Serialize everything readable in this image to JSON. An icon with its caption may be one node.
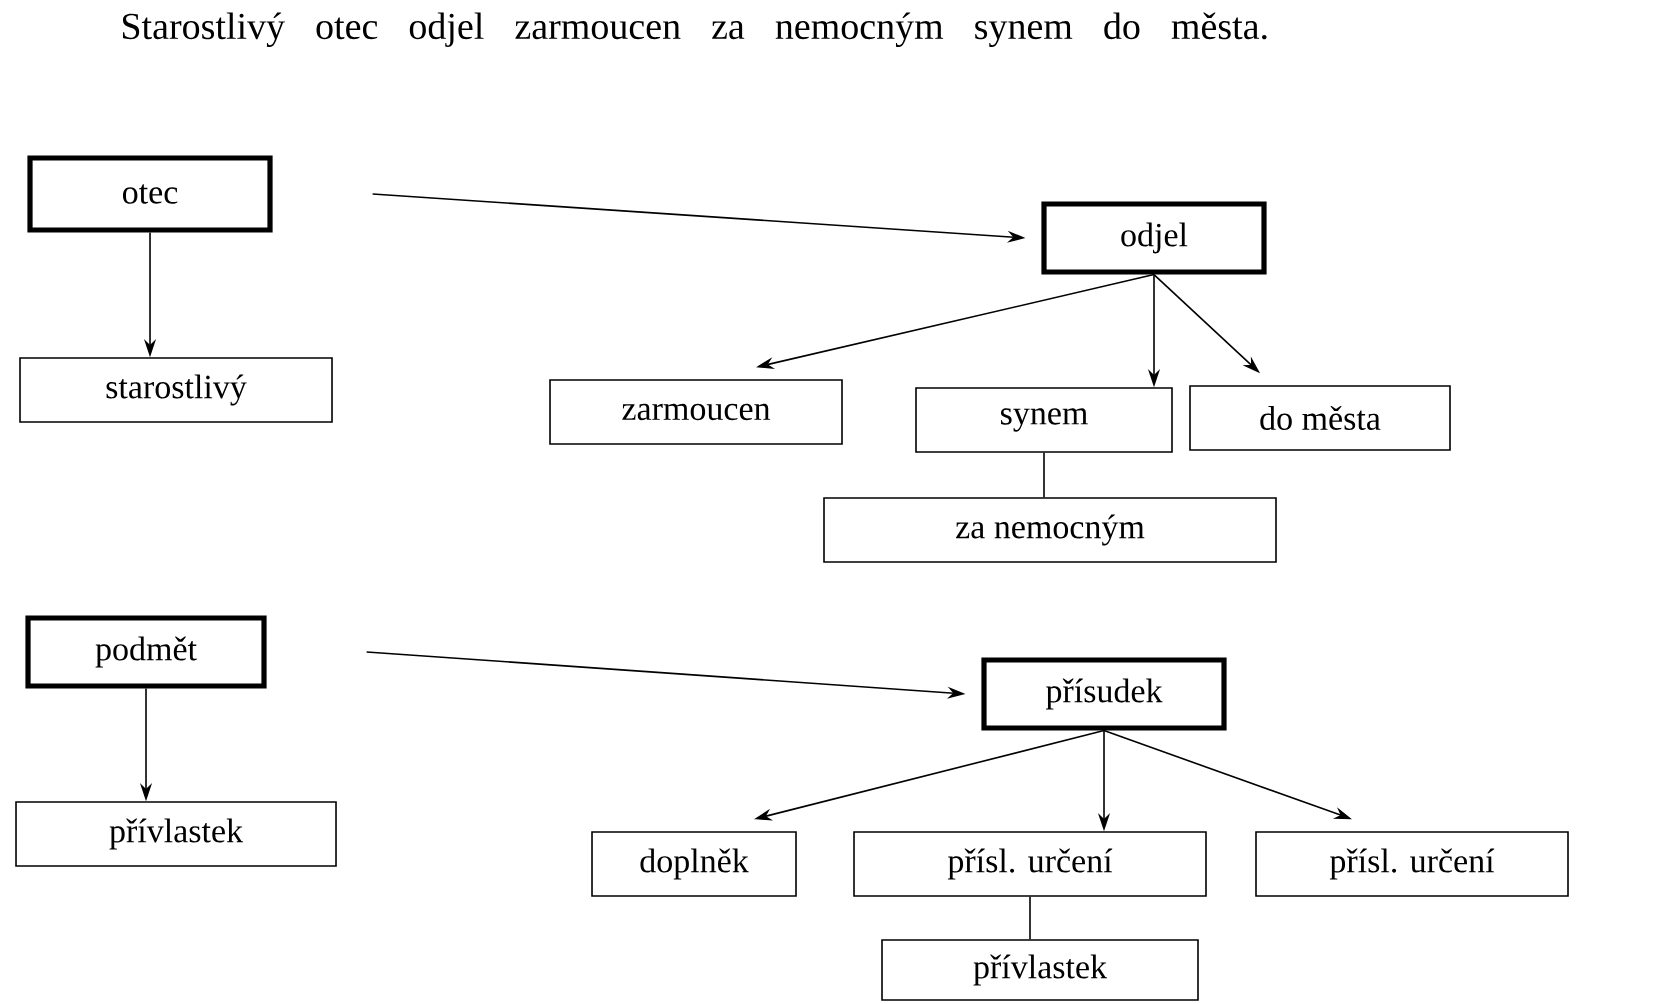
{
  "diagram": {
    "title": "Starostlivý otec odjel zarmoucen za nemocným synem do města.",
    "nodes": [
      {
        "text": [
          "otec"
        ]
      },
      {
        "text": [
          "odjel"
        ]
      },
      {
        "text": [
          "starostlivý"
        ]
      },
      {
        "text": [
          "zarmoucen"
        ]
      },
      {
        "text": [
          "synem"
        ]
      },
      {
        "text": [
          "do města"
        ]
      },
      {
        "text": [
          "za nemocným"
        ]
      },
      {
        "text": [
          "podmět"
        ]
      },
      {
        "text": [
          "přísudek"
        ]
      },
      {
        "text": [
          "přívlastek"
        ]
      },
      {
        "text": [
          "doplněk"
        ]
      },
      {
        "text": [
          "přísl. určení"
        ]
      },
      {
        "text": [
          "přísl. určení"
        ]
      },
      {
        "text": [
          "přívlastek"
        ]
      }
    ],
    "edges": [
      {
        "from": 0,
        "to": 1,
        "arrow": "to"
      },
      {
        "from": 0,
        "to": 2,
        "arrow": "to"
      },
      {
        "from": 1,
        "to": 3,
        "arrow": "to"
      },
      {
        "from": 1,
        "to": 4,
        "arrow": "to"
      },
      {
        "from": 1,
        "to": 5,
        "arrow": "to"
      },
      {
        "from": 4,
        "to": 6,
        "arrow": "none"
      },
      {
        "from": 7,
        "to": 8,
        "arrow": "to"
      },
      {
        "from": 7,
        "to": 9,
        "arrow": "to"
      },
      {
        "from": 8,
        "to": 10,
        "arrow": "to"
      },
      {
        "from": 8,
        "to": 11,
        "arrow": "to"
      },
      {
        "from": 8,
        "to": 12,
        "arrow": "to"
      },
      {
        "from": 11,
        "to": 13,
        "arrow": "none"
      }
    ]
  }
}
